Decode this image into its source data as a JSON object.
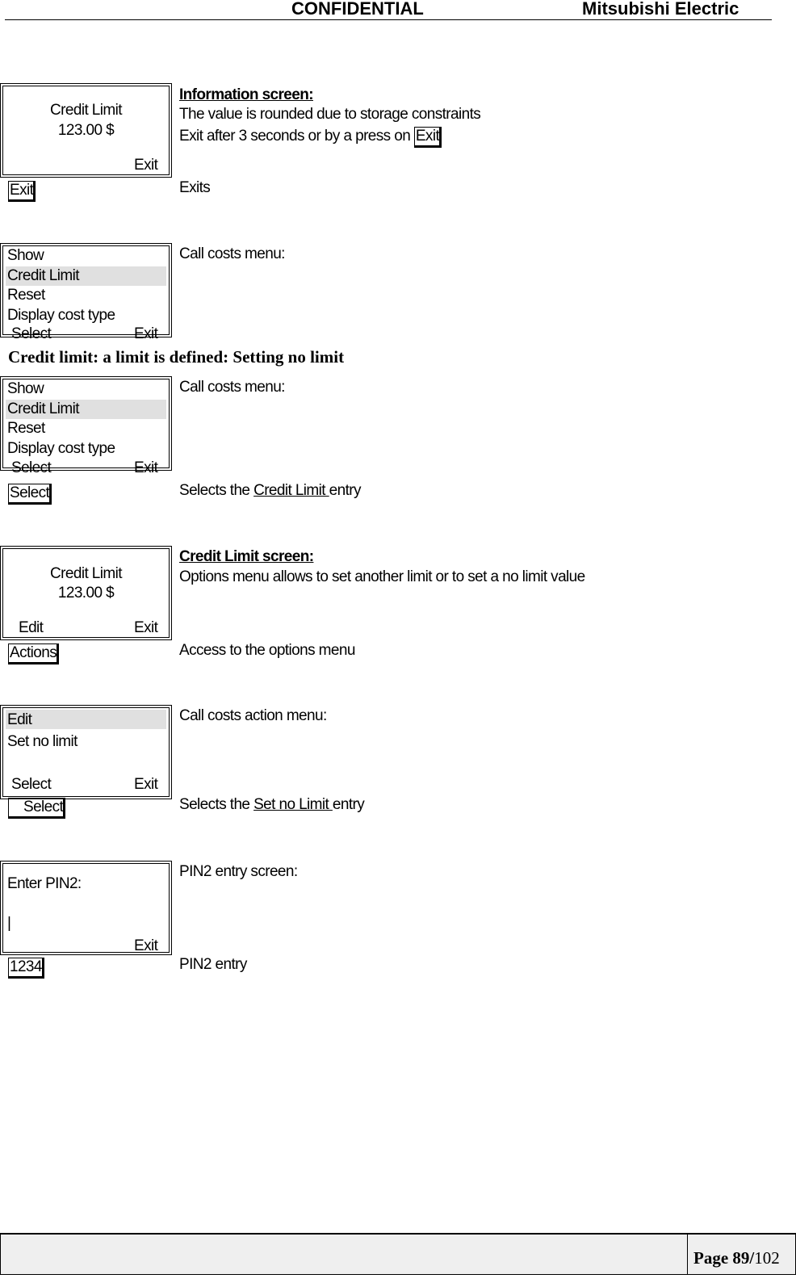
{
  "header": {
    "center": "CONFIDENTIAL",
    "right": "Mitsubishi Electric"
  },
  "rows": {
    "r1": {
      "screen": {
        "line1": "Credit Limit",
        "line2": "123.00 $",
        "softkey_right": "Exit"
      },
      "desc_title": "Information  screen:",
      "desc_line2": "The value is rounded due to storage constraints",
      "desc_line3_pre": "Exit after 3 seconds or by a press on ",
      "desc_line3_key": "Exit"
    },
    "r2": {
      "key": "Exit",
      "desc": "Exits"
    },
    "r3": {
      "screen": {
        "item1": "Show",
        "item2": "Credit Limit",
        "item3": "Reset",
        "item4": "Display cost type",
        "softkey_left": "Select",
        "softkey_right": "Exit"
      },
      "desc": "Call costs menu:"
    },
    "section_title": "Credit limit: a limit is defined: Setting no limit",
    "r4": {
      "screen": {
        "item1": "Show",
        "item2": "Credit Limit",
        "item3": "Reset",
        "item4": "Display cost type",
        "softkey_left": "Select",
        "softkey_right": "Exit"
      },
      "desc": "Call costs menu:"
    },
    "r5": {
      "key": "Select",
      "desc_pre": "Selects the ",
      "desc_link": "Credit Limit ",
      "desc_post": "entry"
    },
    "r6": {
      "screen": {
        "line1": "Credit Limit",
        "line2": "123.00 $",
        "softkey_left": "Edit",
        "softkey_right": "Exit"
      },
      "desc_title": "Credit Limit screen:",
      "desc_line2": "Options menu allows to set another limit or to set a no limit value"
    },
    "r7": {
      "key": "Actions",
      "desc": "Access to the options menu"
    },
    "r8": {
      "screen": {
        "item1": "Edit",
        "item2": "Set no limit",
        "softkey_left": "Select",
        "softkey_right": "Exit"
      },
      "desc": "Call costs action menu:"
    },
    "r9": {
      "key": "Select",
      "desc_pre": "Selects the ",
      "desc_link": "Set no Limit ",
      "desc_post": "entry"
    },
    "r10": {
      "screen": {
        "line1": "Enter PIN2:",
        "cursor": "|",
        "softkey_right": "Exit"
      },
      "desc": "PIN2 entry screen:"
    },
    "r11": {
      "key": "1234",
      "desc": "PIN2 entry"
    }
  },
  "footer": {
    "page_bold": "Page 89/",
    "page_total": "102"
  }
}
